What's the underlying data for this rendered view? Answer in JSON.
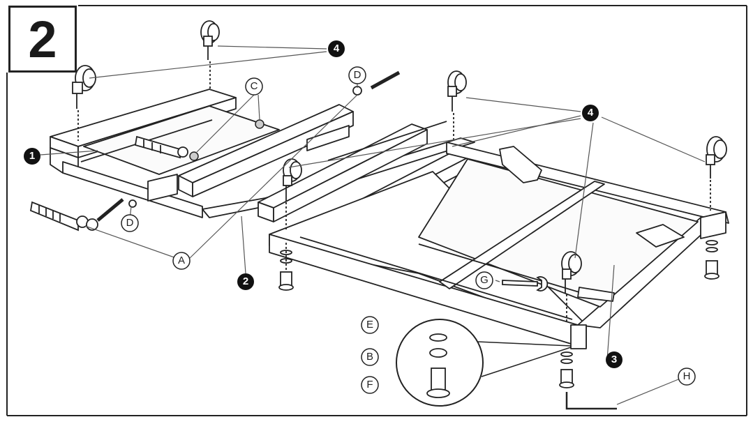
{
  "step": {
    "number": "2"
  },
  "part_callouts": [
    "1",
    "2",
    "3",
    "4",
    "4"
  ],
  "hardware_callouts": [
    "A",
    "B",
    "C",
    "D",
    "D",
    "E",
    "F",
    "G",
    "H"
  ],
  "colors": {
    "ink": "#222222",
    "fill": "#ffffff",
    "badge": "#111111",
    "badge_text": "#ffffff"
  },
  "icons": [
    "caster-wheel",
    "bolt",
    "dowel",
    "wrench",
    "allen-key",
    "washer",
    "glide-foot"
  ]
}
